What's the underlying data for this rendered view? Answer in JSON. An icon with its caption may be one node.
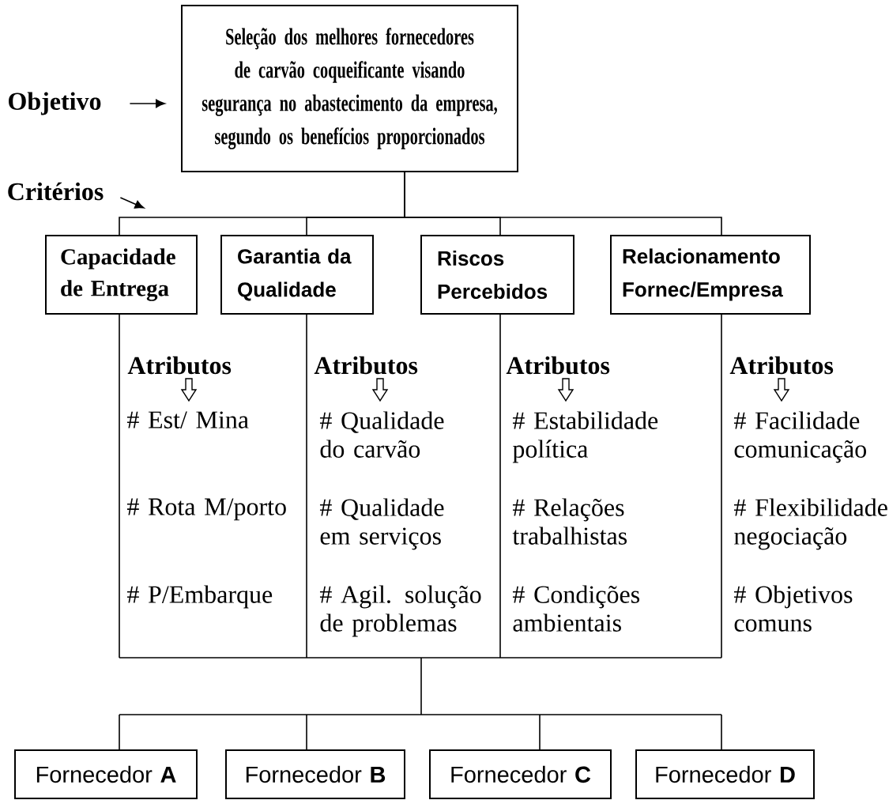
{
  "diagram": {
    "nodes": [
      {
        "text": [
          "Seleção dos melhores fornecedores de carvão coqueificante visando segurança no abastecimento da empresa, segundo os benefícios proporcionados"
        ]
      },
      {
        "text": [
          "Objetivo"
        ]
      },
      {
        "text": [
          "Critérios"
        ]
      },
      {
        "text": [
          "Capacidade de Entrega"
        ]
      },
      {
        "text": [
          "Garantia da Qualidade"
        ]
      },
      {
        "text": [
          "Riscos Percebidos"
        ]
      },
      {
        "text": [
          "Relacionamento Fornec/Empresa"
        ]
      },
      {
        "text": [
          "Fornecedor **A**"
        ]
      },
      {
        "text": [
          "Fornecedor **B**"
        ]
      },
      {
        "text": [
          "Fornecedor **C**"
        ]
      },
      {
        "text": [
          "Fornecedor **D**"
        ]
      }
    ],
    "edges": [
      {
        "from": 1,
        "to": 0,
        "arrow": "to"
      },
      {
        "from": 2,
        "to": null,
        "arrow": "to"
      },
      {
        "from": 0,
        "to": 3,
        "arrow": "none"
      },
      {
        "from": 0,
        "to": 4,
        "arrow": "none"
      },
      {
        "from": 0,
        "to": 5,
        "arrow": "none"
      },
      {
        "from": 0,
        "to": 6,
        "arrow": "none"
      },
      {
        "from": 3,
        "to": 7,
        "arrow": "none"
      },
      {
        "from": 3,
        "to": 8,
        "arrow": "none"
      },
      {
        "from": 3,
        "to": 9,
        "arrow": "none"
      },
      {
        "from": 3,
        "to": 10,
        "arrow": "none"
      },
      {
        "from": 4,
        "to": 7,
        "arrow": "none"
      },
      {
        "from": 4,
        "to": 8,
        "arrow": "none"
      },
      {
        "from": 4,
        "to": 9,
        "arrow": "none"
      },
      {
        "from": 4,
        "to": 10,
        "arrow": "none"
      },
      {
        "from": 5,
        "to": 7,
        "arrow": "none"
      },
      {
        "from": 5,
        "to": 8,
        "arrow": "none"
      },
      {
        "from": 5,
        "to": 9,
        "arrow": "none"
      },
      {
        "from": 5,
        "to": 10,
        "arrow": "none"
      },
      {
        "from": 6,
        "to": 7,
        "arrow": "none"
      },
      {
        "from": 6,
        "to": 8,
        "arrow": "none"
      },
      {
        "from": 6,
        "to": 9,
        "arrow": "none"
      },
      {
        "from": 6,
        "to": 10,
        "arrow": "none"
      }
    ],
    "labels": [
      "Atributos",
      "Atributos",
      "Atributos",
      "Atributos",
      "# Est/ Mina",
      "# Qualidade do carvão",
      "# Estabilidade política",
      "# Facilidade comunicação",
      "# Rota M/porto",
      "# Qualidade em serviços",
      "# Relações trabalhistas",
      "# Flexibilidade negociação",
      "# P/Embarque",
      "# Agil. solução de problemas",
      "# Condições ambientais",
      "# Objetivos comuns"
    ]
  }
}
